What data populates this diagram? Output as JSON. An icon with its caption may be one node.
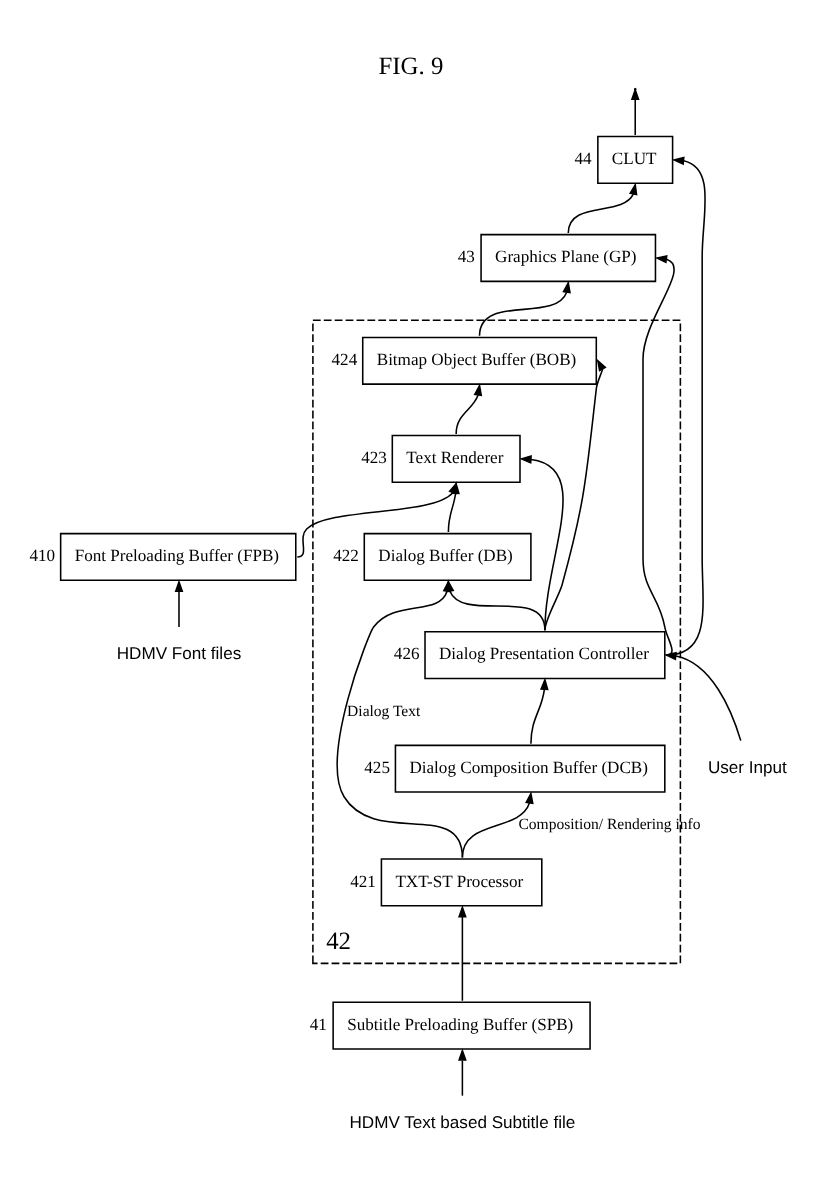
{
  "diagram": {
    "title": "FIG. 9",
    "nodes": [
      {
        "text": [
          "HDMV Font files"
        ]
      },
      {
        "text": [
          "HDMV Text based Subtitle file"
        ]
      },
      {
        "text": [
          "Font Preloading Buffer (FPB)"
        ],
        "beside": [
          "410"
        ]
      },
      {
        "text": [
          "Subtitle Preloading Buffer (SPB)"
        ],
        "beside": [
          "41"
        ]
      },
      {
        "text": [],
        "shape": "box",
        "beside": [
          "42"
        ]
      },
      {
        "text": [
          "TXT-ST Processor"
        ],
        "in": 4,
        "beside": [
          "421"
        ]
      },
      {
        "text": [
          "Dialog Buffer (DB)"
        ],
        "in": 4,
        "beside": [
          "422"
        ]
      },
      {
        "text": [
          "Text Renderer"
        ],
        "in": 4,
        "beside": [
          "423"
        ]
      },
      {
        "text": [
          "Bitmap Object Buffer (BOB)"
        ],
        "in": 4,
        "beside": [
          "424"
        ]
      },
      {
        "text": [
          "Dialog Composition Buffer (DCB)"
        ],
        "in": 4,
        "beside": [
          "425"
        ]
      },
      {
        "text": [
          "Dialog Presentation Controller"
        ],
        "in": 4,
        "beside": [
          "426"
        ]
      },
      {
        "text": [
          "Graphics Plane (GP)"
        ],
        "beside": [
          "43"
        ]
      },
      {
        "text": [
          "CLUT"
        ],
        "beside": [
          "44"
        ]
      },
      {
        "text": [
          "User Input"
        ]
      }
    ],
    "edges": [
      {
        "from": 0,
        "to": 2,
        "arrow": "to"
      },
      {
        "from": 1,
        "to": 3,
        "arrow": "to"
      },
      {
        "from": 3,
        "to": 5,
        "arrow": "to"
      },
      {
        "from": 2,
        "to": 7,
        "arrow": "to"
      },
      {
        "from": 5,
        "to": 6,
        "arrow": "to",
        "label": "Dialog Text"
      },
      {
        "from": 5,
        "to": 9,
        "arrow": "to",
        "label": "Composition/ Rendering info"
      },
      {
        "from": 6,
        "to": 7,
        "arrow": "to"
      },
      {
        "from": 7,
        "to": 8,
        "arrow": "to"
      },
      {
        "from": 9,
        "to": 10,
        "arrow": "to"
      },
      {
        "from": 10,
        "to": 6,
        "arrow": "to"
      },
      {
        "from": 10,
        "to": 7,
        "arrow": "to"
      },
      {
        "from": 10,
        "to": 8,
        "arrow": "to"
      },
      {
        "from": 8,
        "to": 11,
        "arrow": "to"
      },
      {
        "from": 11,
        "to": 12,
        "arrow": "to"
      },
      {
        "from": 10,
        "to": 11,
        "arrow": "to"
      },
      {
        "from": 10,
        "to": 12,
        "arrow": "to"
      },
      {
        "from": 13,
        "to": 10,
        "arrow": "to"
      },
      {
        "from": 12,
        "to": null,
        "arrow": "to"
      }
    ]
  }
}
